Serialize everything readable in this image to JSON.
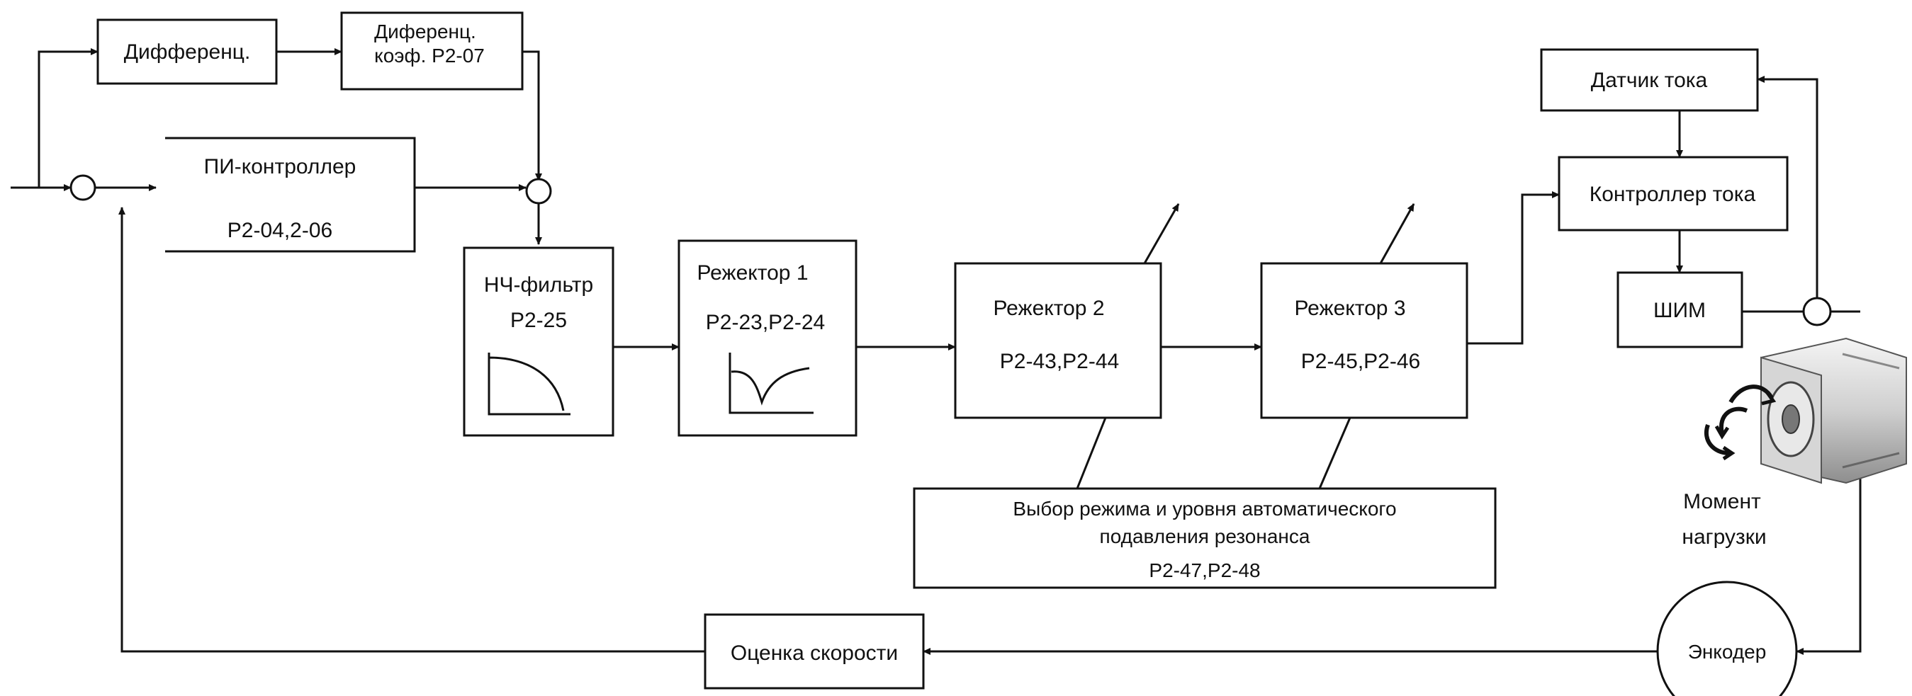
{
  "diagram": {
    "diff_label": "Дифференц.",
    "diff_gain_label_1": "Диференц.",
    "diff_gain_label_2": "коэф. P2-07",
    "pi_label": "ПИ-контроллер",
    "pi_params": "P2-04,2-06",
    "lpf_label": "НЧ-фильтр",
    "lpf_param": "P2-25",
    "notch1_label": "Режектор 1",
    "notch1_params": "P2-23,P2-24",
    "notch2_label": "Режектор 2",
    "notch2_params": "P2-43,P2-44",
    "notch3_label": "Режектор 3",
    "notch3_params": "P2-45,P2-46",
    "auto_line1": "Выбор режима и уровня автоматического",
    "auto_line2": "подавления резонанса",
    "auto_params": "P2-47,P2-48",
    "current_sensor": "Датчик тока",
    "current_controller": "Контроллер тока",
    "pwm": "ШИМ",
    "load_torque_1": "Момент",
    "load_torque_2": "нагрузки",
    "encoder": "Энкодер",
    "speed_estimation": "Оценка скорости"
  }
}
